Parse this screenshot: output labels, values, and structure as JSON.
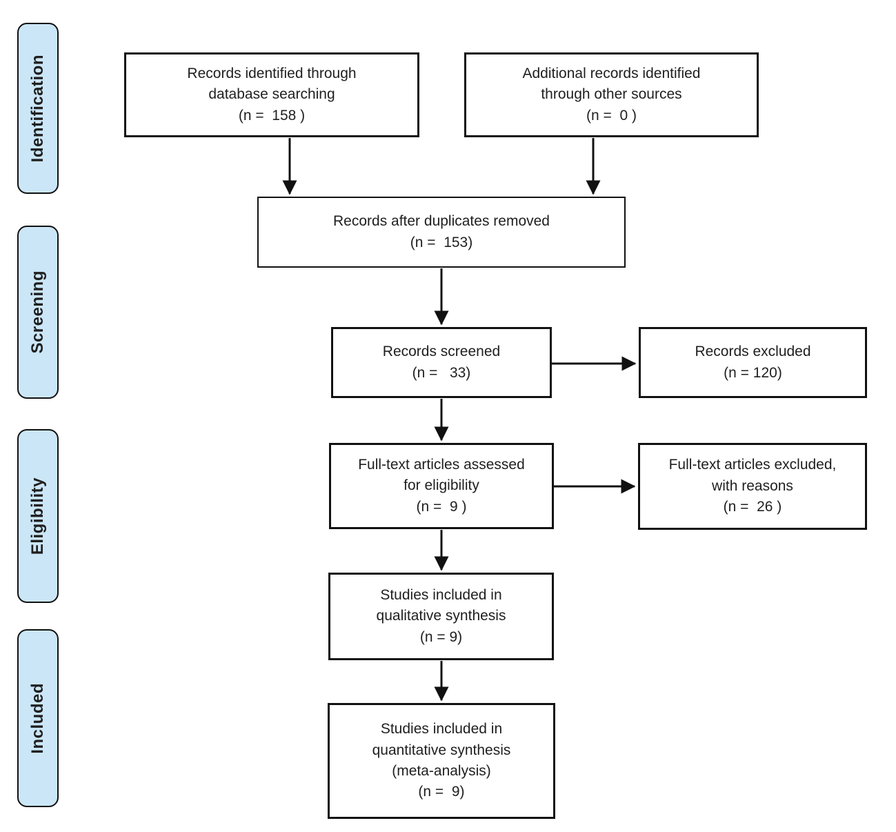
{
  "diagram": {
    "type": "prisma-flowchart",
    "stages": [
      {
        "label": "Identification"
      },
      {
        "label": "Screening"
      },
      {
        "label": "Eligibility"
      },
      {
        "label": "Included"
      }
    ],
    "boxes": {
      "records_identified": {
        "text": "Records identified through\ndatabase searching\n(n =  158 )",
        "n": 158
      },
      "additional_records": {
        "text": "Additional records identified\nthrough other sources\n(n =  0 )",
        "n": 0
      },
      "duplicates_removed": {
        "text": "Records after duplicates removed\n(n =  153)",
        "n": 153
      },
      "records_screened": {
        "text": "Records screened\n(n =   33)",
        "n": 33
      },
      "records_excluded": {
        "text": "Records excluded\n(n = 120)",
        "n": 120
      },
      "fulltext_assessed": {
        "text": "Full-text articles assessed\nfor eligibility\n(n =  9 )",
        "n": 9
      },
      "fulltext_excluded": {
        "text": "Full-text articles excluded,\nwith reasons\n(n =  26 )",
        "n": 26
      },
      "qualitative_synthesis": {
        "text": "Studies included in\nqualitative synthesis\n(n = 9)",
        "n": 9
      },
      "quantitative_synthesis": {
        "text": "Studies included in\nquantitative synthesis\n(meta-analysis)\n(n =  9)",
        "n": 9
      }
    },
    "colors": {
      "stage_fill": "#cbe6f7",
      "line": "#111111",
      "text": "#1f1f1f",
      "background": "#ffffff"
    }
  }
}
